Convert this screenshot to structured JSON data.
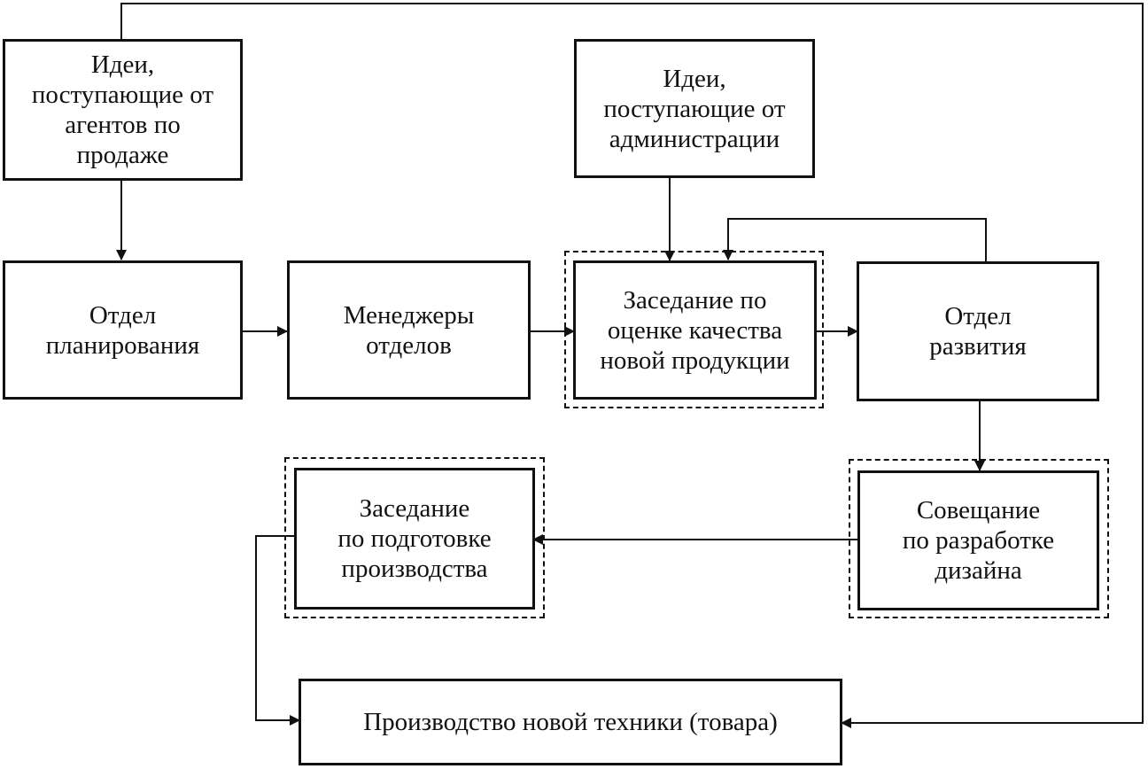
{
  "nodes": {
    "ideas_sales": "Идеи,\nпоступающие от\nагентов по\nпродаже",
    "ideas_admin": "Идеи,\nпоступающие от\nадминистрации",
    "planning_dept": "Отдел\nпланирования",
    "dept_managers": "Менеджеры\nотделов",
    "quality_meeting": "Заседание по\nоценке качества\nновой продукции",
    "development_dept": "Отдел\nразвития",
    "design_meeting": "Совещание\nпо разработке\nдизайна",
    "production_prep": "Заседание\nпо подготовке\nпроизводства",
    "production": "Производство новой техники (товара)"
  },
  "colors": {
    "line": "#111111",
    "background": "#ffffff"
  }
}
